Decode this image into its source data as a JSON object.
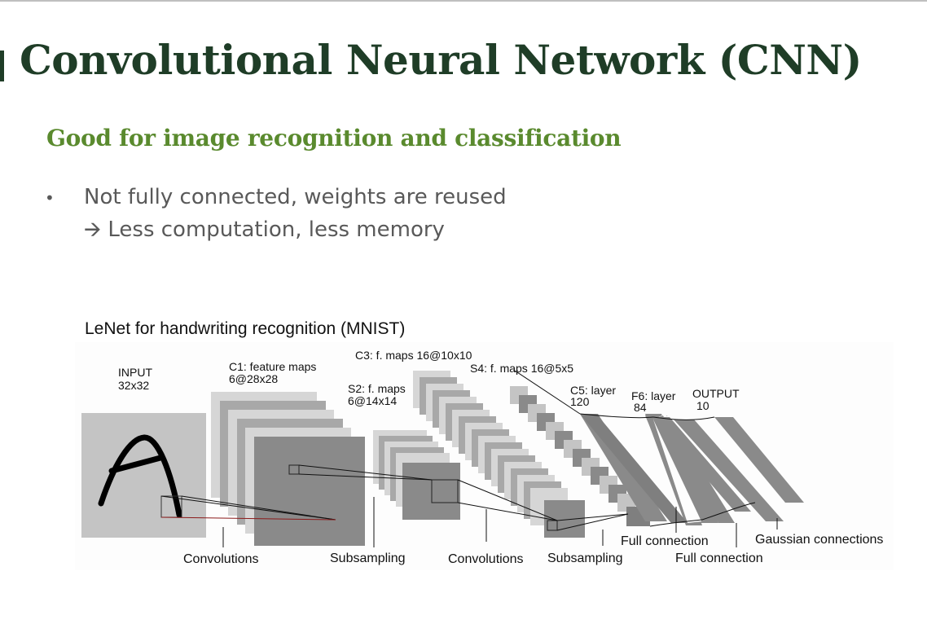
{
  "slide": {
    "title": "Convolutional Neural Network (CNN)",
    "subtitle": "Good for image recognition and classification",
    "bullet": {
      "marker": "•",
      "line1": "Not fully connected, weights are reused",
      "line2": "🡪 Less computation, less memory"
    }
  },
  "figure": {
    "caption": "LeNet for handwriting recognition (MNIST)",
    "labels": {
      "input_title": "INPUT",
      "input_size": "32x32",
      "c1_title": "C1: feature maps",
      "c1_size": "6@28x28",
      "s2_title": "S2: f. maps",
      "s2_size": "6@14x14",
      "c3_title": "C3: f. maps 16@10x10",
      "s4_title": "S4: f. maps 16@5x5",
      "c5_title": "C5: layer",
      "c5_size": "120",
      "f6_title": "F6: layer",
      "f6_size": "84",
      "output_title": "OUTPUT",
      "output_size": "10"
    },
    "operations": {
      "op1": "Convolutions",
      "op2": "Subsampling",
      "op3": "Convolutions",
      "op4": "Subsampling",
      "op5": "Full connection",
      "op6": "Full connection",
      "op7": "Gaussian connections"
    }
  }
}
